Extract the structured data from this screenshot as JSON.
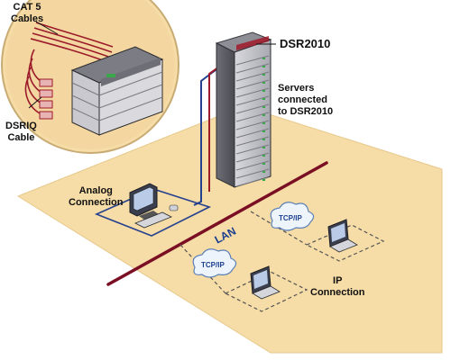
{
  "labels": {
    "cat5": [
      "CAT 5",
      "Cables"
    ],
    "dsriq": [
      "DSRIQ",
      "Cable"
    ],
    "switch": "DSR2010",
    "servers": [
      "Servers",
      "connected",
      "to DSR2010"
    ],
    "analog": [
      "Analog",
      "Connection"
    ],
    "lan": "LAN",
    "tcpip": "TCP/IP",
    "ip": [
      "IP",
      "Connection"
    ]
  },
  "colors": {
    "floor": "#f6dca6",
    "lan_line": "#7a0f24",
    "cable_blue": "#24408e",
    "cable_red": "#9b1b2b",
    "rack": "#b9b9c1",
    "cloud": "#eef4fb"
  }
}
